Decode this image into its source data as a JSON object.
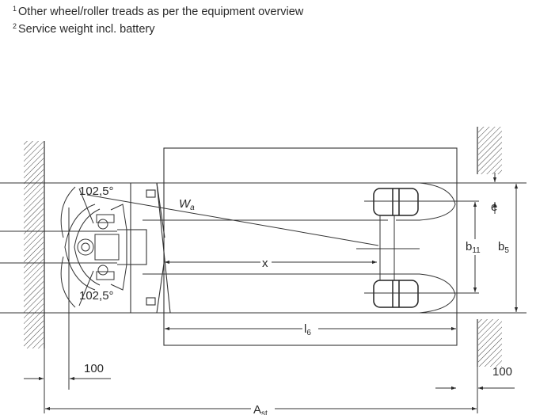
{
  "footnotes": [
    {
      "mark": "1",
      "text": "Other wheel/roller treads as per the equipment overview"
    },
    {
      "mark": "2",
      "text": "Service weight incl. battery"
    }
  ],
  "labels": {
    "angle_top": "102,5°",
    "angle_bottom": "102,5°",
    "wa": {
      "main": "W",
      "sub": "a"
    },
    "x": "x",
    "l6": {
      "main": "l",
      "sub": "6"
    },
    "b11": {
      "main": "b",
      "sub": "11"
    },
    "b5": {
      "main": "b",
      "sub": "5"
    },
    "e": "e",
    "dim_left": "100",
    "dim_right": "100",
    "ast": {
      "main": "A",
      "sub": "st"
    }
  }
}
